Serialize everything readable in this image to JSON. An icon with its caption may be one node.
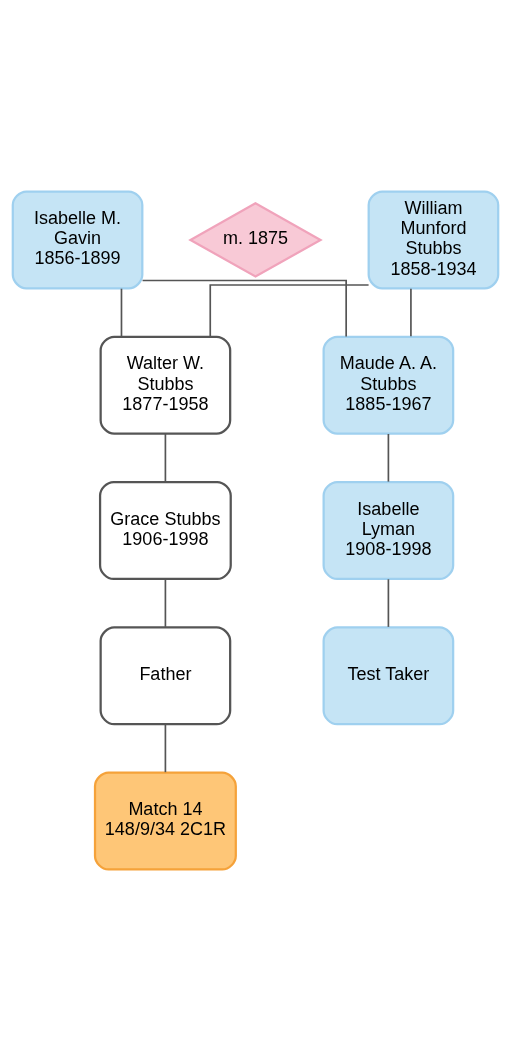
{
  "diagram": {
    "nodes": [
      {
        "text": [
          "Isabelle M. Gavin 1856-1899"
        ]
      },
      {
        "text": [
          "m. 1875"
        ]
      },
      {
        "text": [
          "William Munford Stubbs 1858-1934"
        ]
      },
      {
        "text": [
          "Walter W. Stubbs 1877-1958"
        ]
      },
      {
        "text": [
          "Maude A. A. Stubbs 1885-1967"
        ]
      },
      {
        "text": [
          "Grace Stubbs 1906-1998"
        ]
      },
      {
        "text": [
          "Isabelle Lyman 1908-1998"
        ]
      },
      {
        "text": [
          "Father"
        ]
      },
      {
        "text": [
          "Test Taker"
        ]
      },
      {
        "text": [
          "Match 14 148/9/34 2C1R"
        ]
      }
    ],
    "edges": [
      {
        "from": 0,
        "to": 3,
        "arrow": "none"
      },
      {
        "from": 0,
        "to": 4,
        "arrow": "none"
      },
      {
        "from": 2,
        "to": 3,
        "arrow": "none"
      },
      {
        "from": 2,
        "to": 4,
        "arrow": "none"
      },
      {
        "from": 3,
        "to": 5,
        "arrow": "none"
      },
      {
        "from": 5,
        "to": 7,
        "arrow": "none"
      },
      {
        "from": 7,
        "to": 9,
        "arrow": "none"
      },
      {
        "from": 4,
        "to": 6,
        "arrow": "none"
      },
      {
        "from": 6,
        "to": 8,
        "arrow": "none"
      }
    ]
  }
}
